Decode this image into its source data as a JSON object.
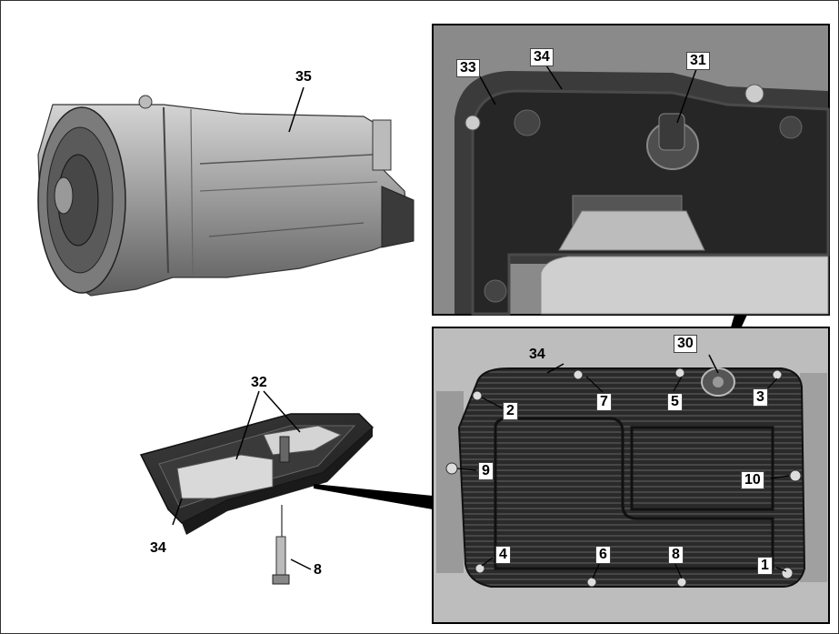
{
  "callouts": {
    "c35": "35",
    "c33": "33",
    "c34_top": "34",
    "c31": "31",
    "c30": "30",
    "c34_mid": "34",
    "c32": "32",
    "c34_left": "34",
    "c8_bolt": "8",
    "c2": "2",
    "c7": "7",
    "c5": "5",
    "c3": "3",
    "c9": "9",
    "c10": "10",
    "c4": "4",
    "c6": "6",
    "c8": "8",
    "c1": "1"
  }
}
